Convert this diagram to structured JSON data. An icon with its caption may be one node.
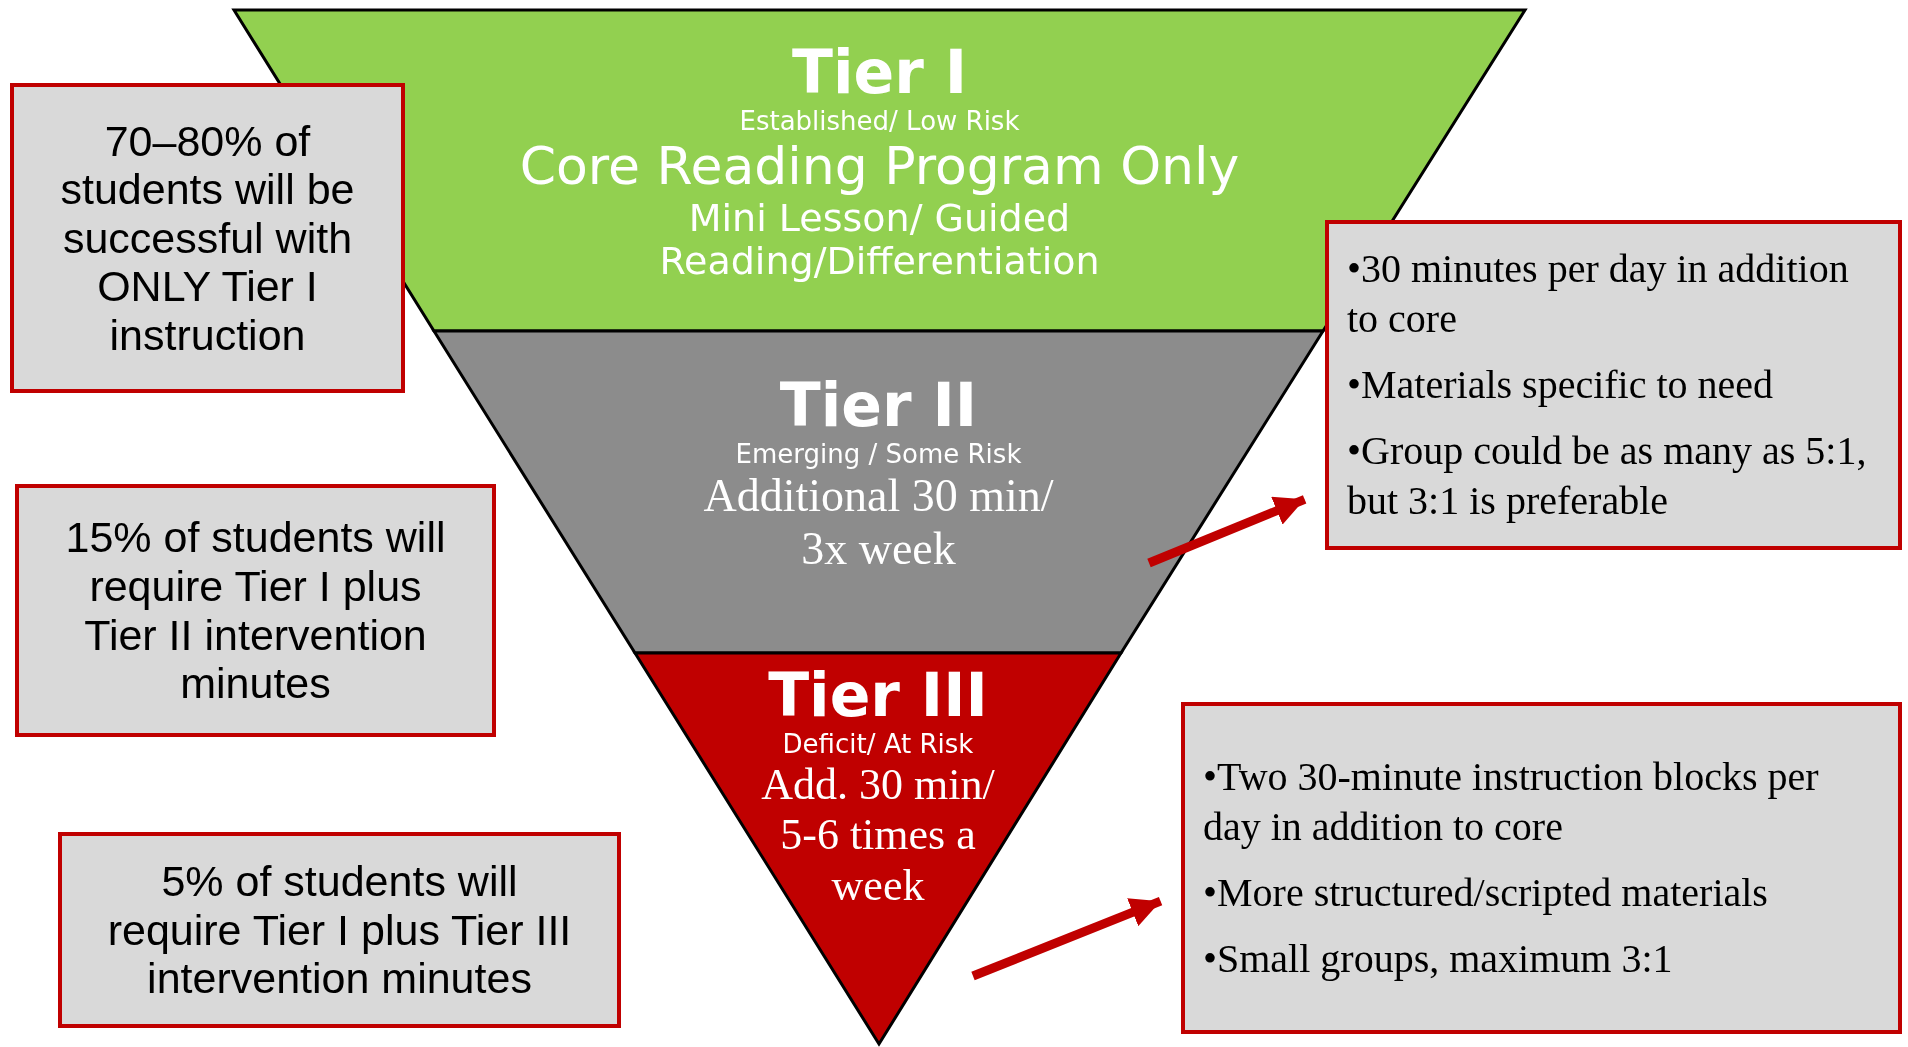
{
  "diagram": {
    "nodes": [
      {
        "text": [
          "Tier I",
          "Established/ Low Risk",
          "Core Reading Program Only",
          "Mini Lesson/ Guided Reading/Differentiation"
        ]
      },
      {
        "text": [
          "Tier II",
          "Emerging / Some Risk",
          "Additional 30 min/ 3x week"
        ]
      },
      {
        "text": [
          "Tier III",
          "Deficit/ At Risk",
          "Add. 30 min/ 5-6 times a week"
        ]
      },
      {
        "text": [
          "70–80% of students will be successful with ONLY Tier I instruction"
        ]
      },
      {
        "text": [
          "15% of students will require Tier I plus Tier II intervention minutes"
        ]
      },
      {
        "text": [
          "5% of students will require Tier I plus Tier III intervention minutes"
        ]
      },
      {
        "text": [
          "•30 minutes per day in addition to core",
          "•Materials specific to need",
          "•Group could be as many as 5:1, but 3:1 is preferable"
        ]
      },
      {
        "text": [
          "•Two 30-minute instruction blocks per day in addition to core",
          "•More structured/scripted materials",
          "•Small groups, maximum 3:1"
        ]
      }
    ],
    "edges": [
      {
        "from": 1,
        "to": 6,
        "arrow": "to"
      },
      {
        "from": 2,
        "to": 7,
        "arrow": "to"
      }
    ]
  }
}
